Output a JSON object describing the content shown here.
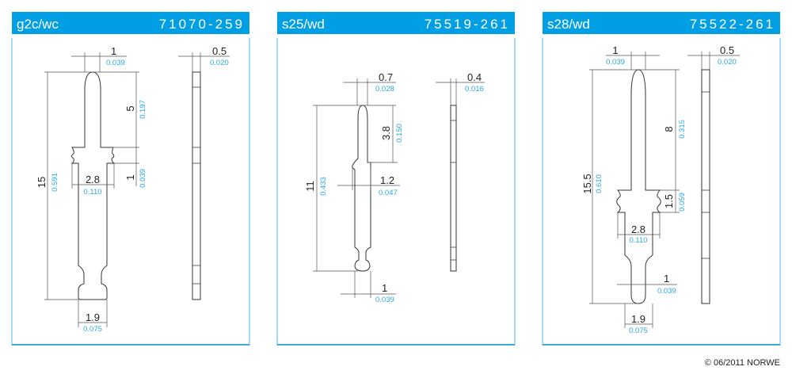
{
  "panels": [
    {
      "name": "g2c/wc",
      "code": "71070-259",
      "dims": {
        "tip_width": {
          "mm": "1",
          "in": "0.039"
        },
        "thickness": {
          "mm": "0.5",
          "in": "0.020"
        },
        "length": {
          "mm": "15",
          "in": "0.591"
        },
        "tip_length": {
          "mm": "5",
          "in": "0.197"
        },
        "collar": {
          "mm": "1",
          "in": "0.039"
        },
        "collar_width": {
          "mm": "2.8",
          "in": "0.110"
        },
        "base_width": {
          "mm": "1.9",
          "in": "0.075"
        }
      }
    },
    {
      "name": "s25/wd",
      "code": "75519-261",
      "dims": {
        "tip_width": {
          "mm": "0.7",
          "in": "0.028"
        },
        "thickness": {
          "mm": "0.4",
          "in": "0.016"
        },
        "length": {
          "mm": "11",
          "in": "0.433"
        },
        "tip_length": {
          "mm": "3.8",
          "in": "0.150"
        },
        "body_width": {
          "mm": "1.2",
          "in": "0.047"
        },
        "base_width": {
          "mm": "1",
          "in": "0.039"
        }
      }
    },
    {
      "name": "s28/wd",
      "code": "75522-261",
      "dims": {
        "tip_width": {
          "mm": "1",
          "in": "0.039"
        },
        "thickness": {
          "mm": "0.5",
          "in": "0.020"
        },
        "length": {
          "mm": "15.5",
          "in": "0.610"
        },
        "tip_length": {
          "mm": "8",
          "in": "0.315"
        },
        "collar": {
          "mm": "1.5",
          "in": "0.059"
        },
        "collar_width": {
          "mm": "2.8",
          "in": "0.110"
        },
        "tail_width": {
          "mm": "1",
          "in": "0.039"
        },
        "body_width": {
          "mm": "1.9",
          "in": "0.075"
        }
      }
    }
  ],
  "copyright": "© 06/2011 NORWE"
}
